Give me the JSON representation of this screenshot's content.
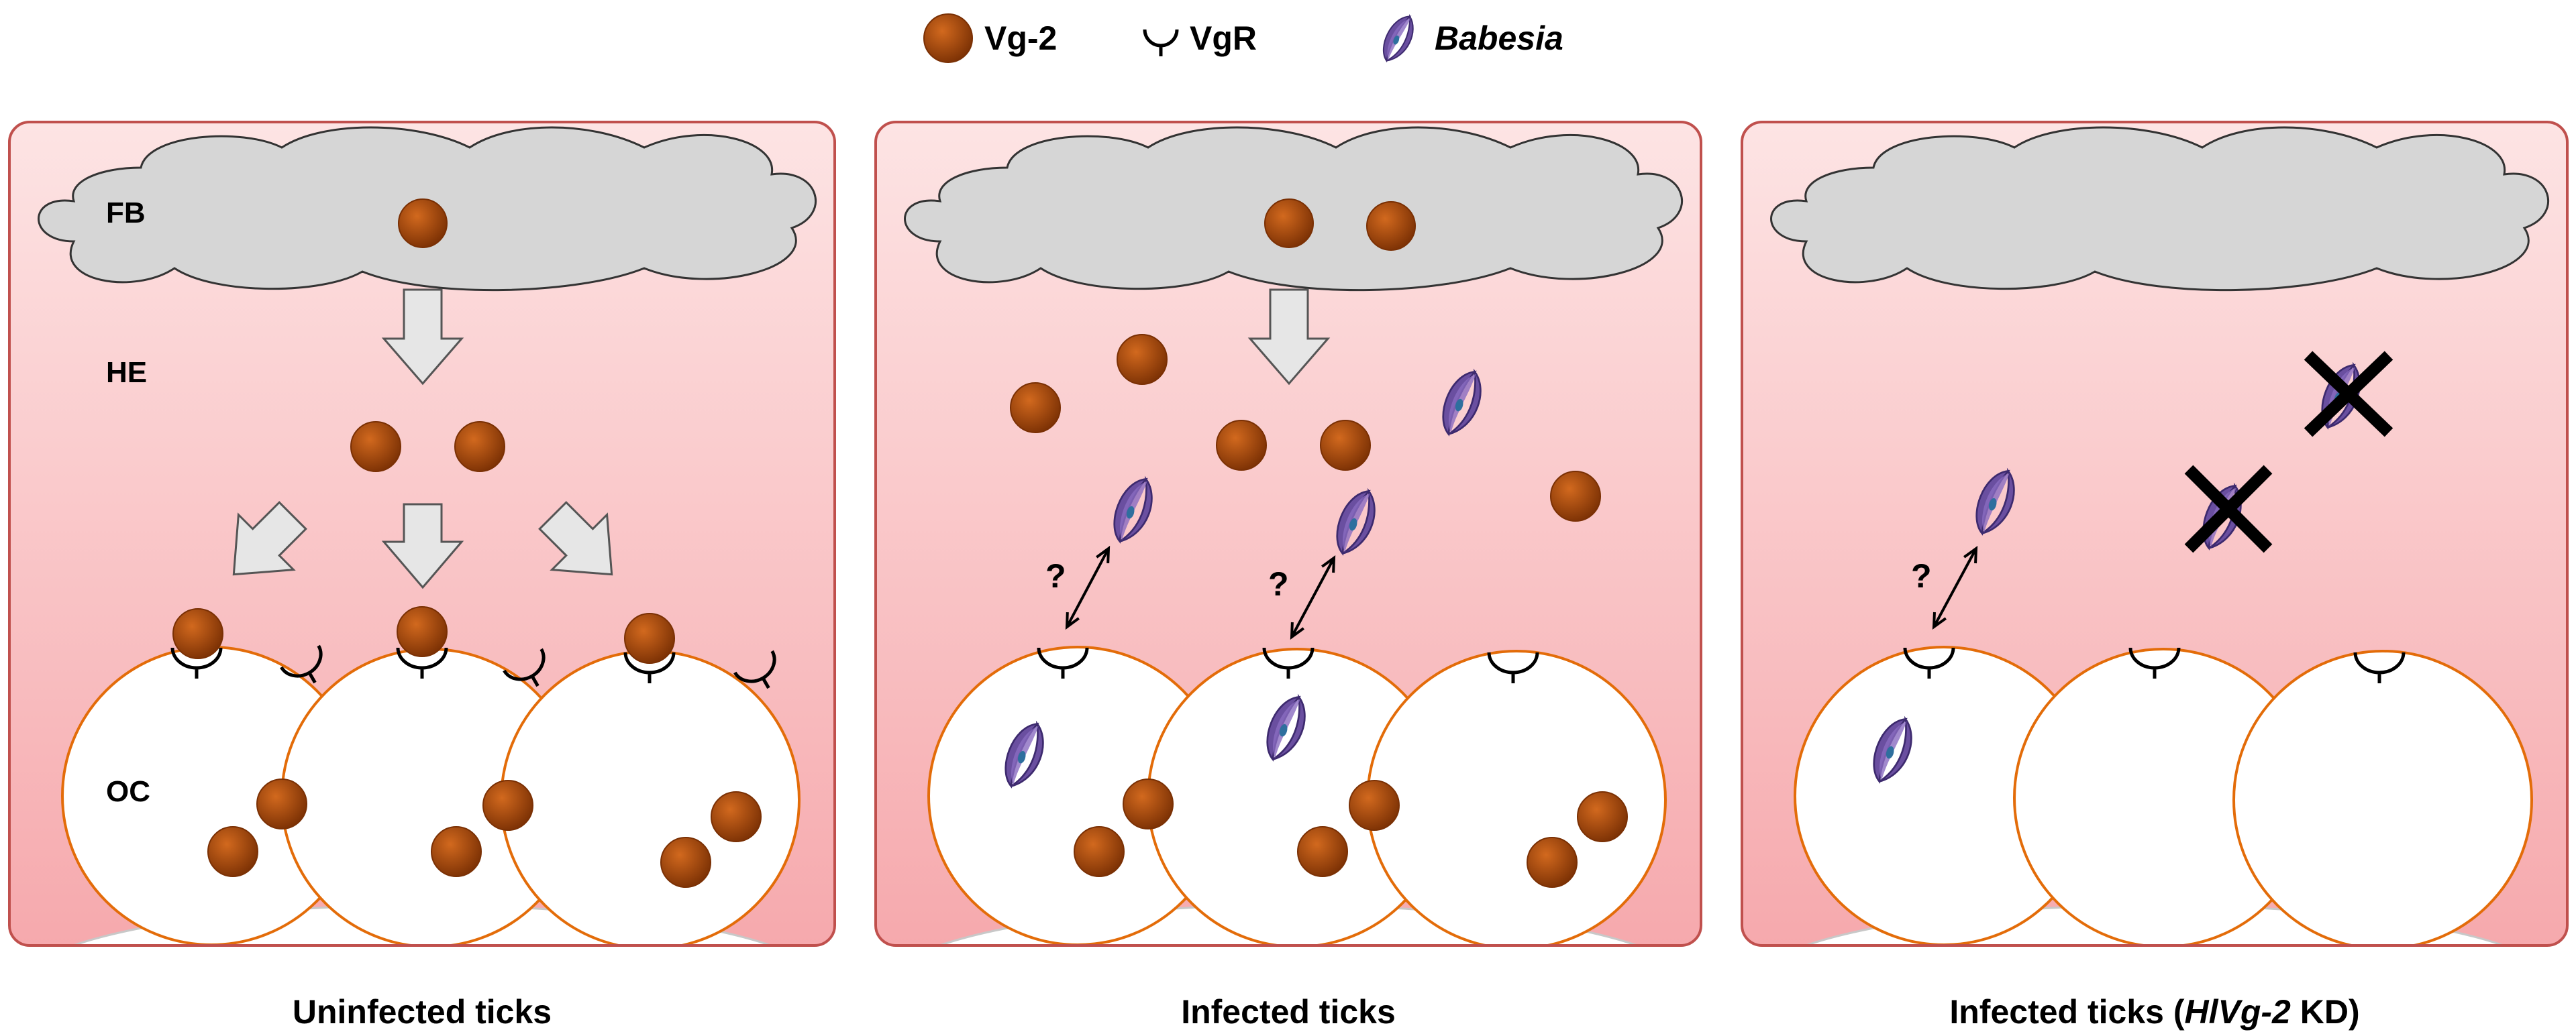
{
  "legend": {
    "vg2_label": "Vg-2",
    "vgr_label": "VgR",
    "babesia_label": "Babesia"
  },
  "region_labels": {
    "fat_body": "FB",
    "hemolymph": "HE",
    "oocyte": "OC"
  },
  "panels": [
    {
      "caption": "Uninfected ticks",
      "caption_prefix": "",
      "caption_italic": "",
      "caption_suffix": ""
    },
    {
      "caption": "Infected ticks",
      "caption_prefix": "",
      "caption_italic": "",
      "caption_suffix": ""
    },
    {
      "caption": "",
      "caption_prefix": "Infected ticks (",
      "caption_italic": "HlVg-2",
      "caption_suffix": " KD)"
    }
  ],
  "interaction_mark": "?",
  "colors": {
    "panel_fill_top": "#fde4e4",
    "panel_fill_bottom": "#f6a9ad",
    "panel_border": "#c0504d",
    "cloud_fill": "#d6d6d6",
    "cloud_stroke": "#333333",
    "oocyte_stroke": "#e36c09",
    "vg2_dark": "#7a3004",
    "vg2_light": "#d2691e",
    "babesia": "#6a4fa0",
    "babesia_dark": "#3d2a6e",
    "arrow_fill": "#e6e6e6",
    "x_mark": "#000000"
  },
  "icons": [
    "vg2-particle-icon",
    "vgr-receptor-icon",
    "babesia-parasite-icon",
    "flow-arrow-icon",
    "blocked-x-icon",
    "double-headed-arrow-icon"
  ]
}
